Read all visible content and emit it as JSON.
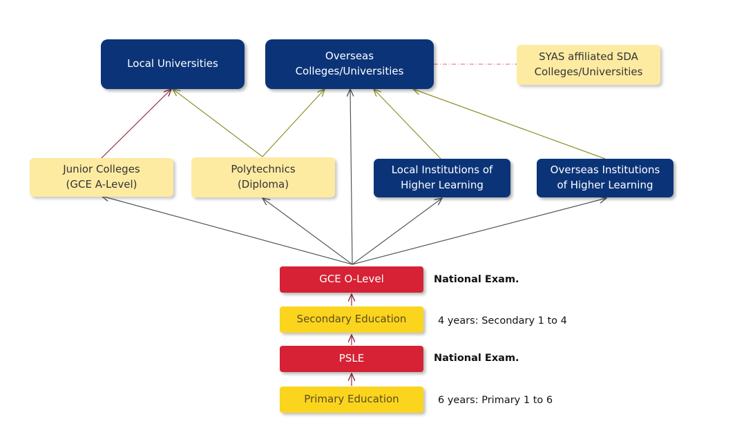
{
  "nodes": {
    "local_universities": "Local Universities",
    "overseas_colleges": "Overseas\nColleges/Universities",
    "syas_affiliated": "SYAS affiliated SDA\nColleges/Universities",
    "junior_colleges": "Junior Colleges\n(GCE A-Level)",
    "polytechnics": "Polytechnics\n(Diploma)",
    "local_institutions": "Local Institutions of\nHigher Learning",
    "overseas_institutions": "Overseas Institutions\nof Higher Learning",
    "gce_o_level": "GCE O-Level",
    "secondary_education": "Secondary Education",
    "psle": "PSLE",
    "primary_education": "Primary Education"
  },
  "notes": {
    "o_level_note": "National Exam.",
    "secondary_note": "4 years: Secondary 1 to 4",
    "psle_note": "National Exam.",
    "primary_note": "6 years: Primary 1 to 6"
  },
  "colors": {
    "navy": "#0b3478",
    "pale_yellow": "#fdeba2",
    "red": "#d62234",
    "gold": "#fbd51d",
    "arrow_gray": "#555555",
    "arrow_olive": "#8f8f2a",
    "arrow_maroon": "#8b2c3a",
    "dash_red": "#d9667a"
  }
}
